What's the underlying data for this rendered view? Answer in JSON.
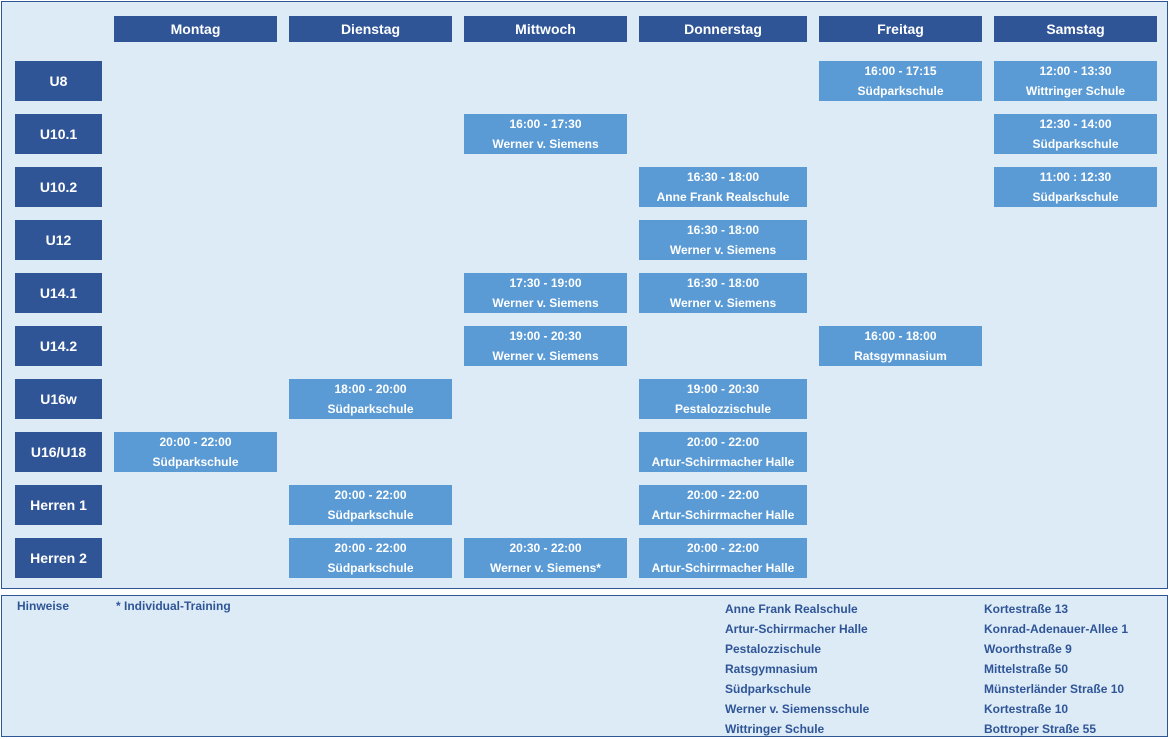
{
  "days": [
    "Montag",
    "Dienstag",
    "Mittwoch",
    "Donnerstag",
    "Freitag",
    "Samstag"
  ],
  "groups": [
    "U8",
    "U10.1",
    "U10.2",
    "U12",
    "U14.1",
    "U14.2",
    "U16w",
    "U16/U18",
    "Herren 1",
    "Herren 2"
  ],
  "slots": [
    {
      "group": 0,
      "day": 4,
      "time": "16:00 - 17:15",
      "place": "Südparkschule"
    },
    {
      "group": 0,
      "day": 5,
      "time": "12:00 - 13:30",
      "place": "Wittringer Schule"
    },
    {
      "group": 1,
      "day": 2,
      "time": "16:00 - 17:30",
      "place": "Werner v. Siemens"
    },
    {
      "group": 1,
      "day": 5,
      "time": "12:30 - 14:00",
      "place": "Südparkschule"
    },
    {
      "group": 2,
      "day": 3,
      "time": "16:30 - 18:00",
      "place": "Anne Frank Realschule"
    },
    {
      "group": 2,
      "day": 5,
      "time": "11:00 : 12:30",
      "place": "Südparkschule"
    },
    {
      "group": 3,
      "day": 3,
      "time": "16:30 - 18:00",
      "place": "Werner v. Siemens"
    },
    {
      "group": 4,
      "day": 2,
      "time": "17:30 - 19:00",
      "place": "Werner v. Siemens"
    },
    {
      "group": 4,
      "day": 3,
      "time": "16:30 - 18:00",
      "place": "Werner v. Siemens"
    },
    {
      "group": 5,
      "day": 2,
      "time": "19:00 - 20:30",
      "place": "Werner v. Siemens"
    },
    {
      "group": 5,
      "day": 4,
      "time": "16:00 - 18:00",
      "place": "Ratsgymnasium"
    },
    {
      "group": 6,
      "day": 1,
      "time": "18:00 - 20:00",
      "place": "Südparkschule"
    },
    {
      "group": 6,
      "day": 3,
      "time": "19:00 - 20:30",
      "place": "Pestalozzischule"
    },
    {
      "group": 7,
      "day": 0,
      "time": "20:00 - 22:00",
      "place": "Südparkschule"
    },
    {
      "group": 7,
      "day": 3,
      "time": "20:00 - 22:00",
      "place": "Artur-Schirrmacher Halle"
    },
    {
      "group": 8,
      "day": 1,
      "time": "20:00 - 22:00",
      "place": "Südparkschule"
    },
    {
      "group": 8,
      "day": 3,
      "time": "20:00 - 22:00",
      "place": "Artur-Schirrmacher Halle"
    },
    {
      "group": 9,
      "day": 1,
      "time": "20:00 - 22:00",
      "place": "Südparkschule"
    },
    {
      "group": 9,
      "day": 2,
      "time": "20:30 - 22:00",
      "place": "Werner v. Siemens*"
    },
    {
      "group": 9,
      "day": 3,
      "time": "20:00 - 22:00",
      "place": "Artur-Schirrmacher Halle"
    }
  ],
  "notes": {
    "heading": "Hinweise",
    "footnote": "* Individual-Training",
    "locations": [
      {
        "name": "Anne Frank Realschule",
        "address": "Kortestraße 13"
      },
      {
        "name": "Artur-Schirrmacher Halle",
        "address": "Konrad-Adenauer-Allee 1"
      },
      {
        "name": "Pestalozzischule",
        "address": "Woorthstraße 9"
      },
      {
        "name": "Ratsgymnasium",
        "address": "Mittelstraße 50"
      },
      {
        "name": "Südparkschule",
        "address": "Münsterländer Straße 10"
      },
      {
        "name": "Werner v. Siemensschule",
        "address": "Kortestraße 10"
      },
      {
        "name": "Wittringer Schule",
        "address": "Bottroper Straße 55"
      }
    ]
  },
  "colors": {
    "header": "#2f5597",
    "slot": "#5b9bd5",
    "background": "#ddebf7",
    "text_accent": "#2f5597"
  }
}
